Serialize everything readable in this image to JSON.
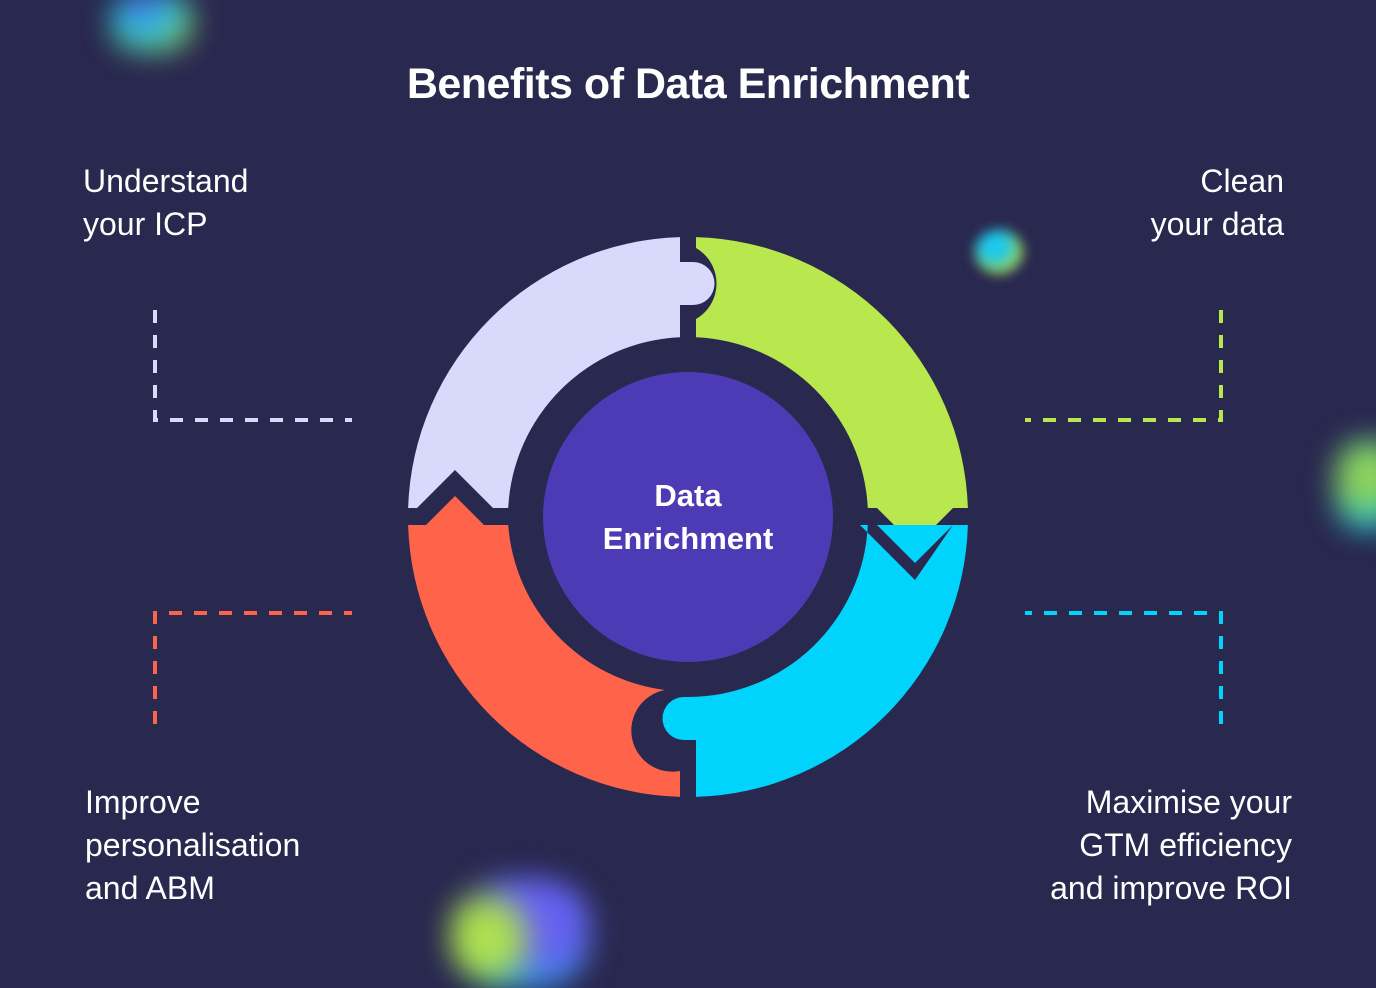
{
  "title": "Benefits of Data Enrichment",
  "center": {
    "line1": "Data",
    "line2": "Enrichment",
    "color": "#4c3bb5"
  },
  "colors": {
    "background": "#29284f",
    "lavender": "#d9d9fc",
    "green": "#b8e84d",
    "cyan": "#00d4fd",
    "orange": "#ff644b"
  },
  "benefits": [
    {
      "position": "top-left",
      "lines": [
        "Understand",
        "your ICP"
      ],
      "color": "#d9d9fc"
    },
    {
      "position": "top-right",
      "lines": [
        "Clean",
        "your data"
      ],
      "color": "#b8e84d"
    },
    {
      "position": "bottom-left",
      "lines": [
        "Improve",
        "personalisation",
        "and ABM"
      ],
      "color": "#ff644b"
    },
    {
      "position": "bottom-right",
      "lines": [
        "Maximise your",
        "GTM efficiency",
        "and improve ROI"
      ],
      "color": "#00d4fd"
    }
  ]
}
